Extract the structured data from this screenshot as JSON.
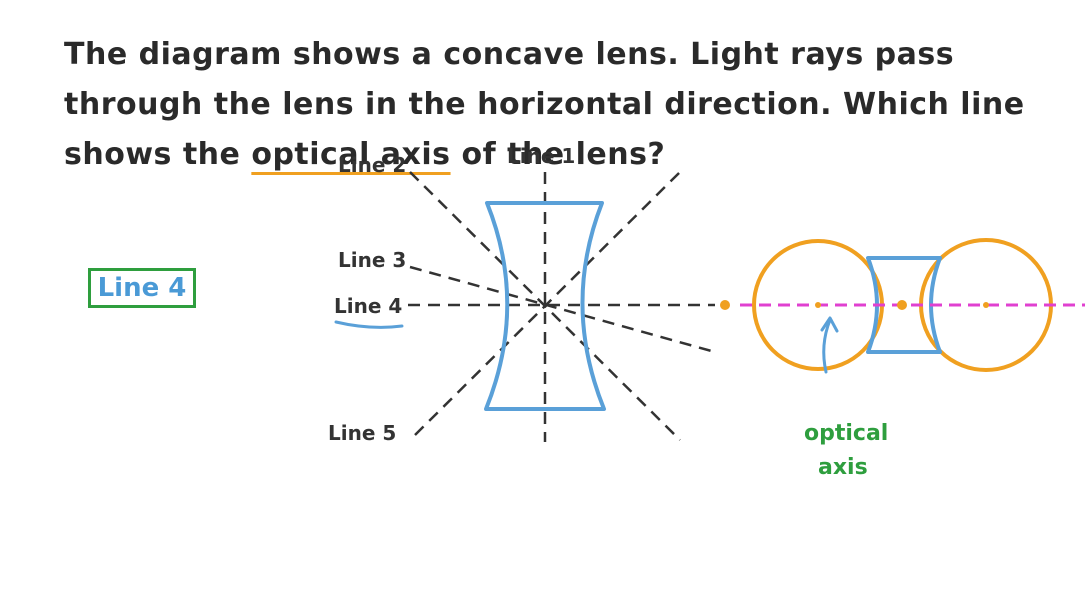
{
  "question": {
    "part1": "The diagram shows a concave lens. Light rays pass through the lens in the horizontal direction. Which line shows the ",
    "highlight": "optical axis",
    "part2": " of the lens?"
  },
  "answer": "Line 4",
  "lines": {
    "line1": "Line 1",
    "line2": "Line 2",
    "line3": "Line 3",
    "line4": "Line 4",
    "line5": "Line 5"
  },
  "annotation": {
    "line_a": "optical",
    "line_b": "axis"
  },
  "colors": {
    "lens": "#5aa0d8",
    "circles": "#f0a020",
    "axis": "#e040d0",
    "answer_border": "#2e9e3e",
    "answer_text": "#4a9ad6",
    "annotation_text": "#2e9e3e"
  }
}
